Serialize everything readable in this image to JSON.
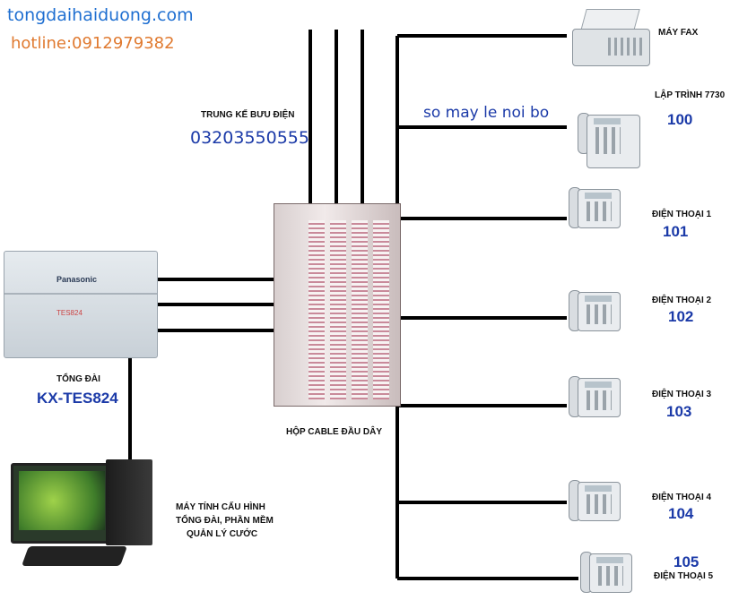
{
  "header": {
    "website": "tongdaihaiduong.com",
    "hotline": "hotline:0912979382"
  },
  "trunk": {
    "label": "TRUNG KẾ BƯU ĐIỆN",
    "number": "03203550555"
  },
  "pbx": {
    "label": "TỔNG ĐÀI",
    "model": "KX-TES824",
    "brand": "Panasonic",
    "faceplate": "TES824"
  },
  "distribution": {
    "label": "HỘP CABLE ĐẦU DÂY"
  },
  "computer": {
    "line1": "MÁY TÍNH CẤU HÌNH",
    "line2": "TỔNG ĐÀI, PHẦN MỀM",
    "line3": "QUẢN LÝ CƯỚC"
  },
  "extensions": {
    "caption": "so may le noi bo",
    "fax": "MÁY FAX",
    "programming": {
      "label": "LẬP TRÌNH 7730",
      "number": "100"
    },
    "phones": [
      {
        "label": "ĐIỆN THOẠI 1",
        "number": "101"
      },
      {
        "label": "ĐIỆN THOẠI 2",
        "number": "102"
      },
      {
        "label": "ĐIỆN THOẠI 3",
        "number": "103"
      },
      {
        "label": "ĐIỆN THOẠI 4",
        "number": "104"
      },
      {
        "label": "ĐIỆN THOẠI 5",
        "number": "105"
      }
    ]
  },
  "colors": {
    "wire": "#000000",
    "accent_blue": "#1b3aa8",
    "site_blue": "#1f6fd1",
    "hotline_orange": "#e07a30"
  }
}
